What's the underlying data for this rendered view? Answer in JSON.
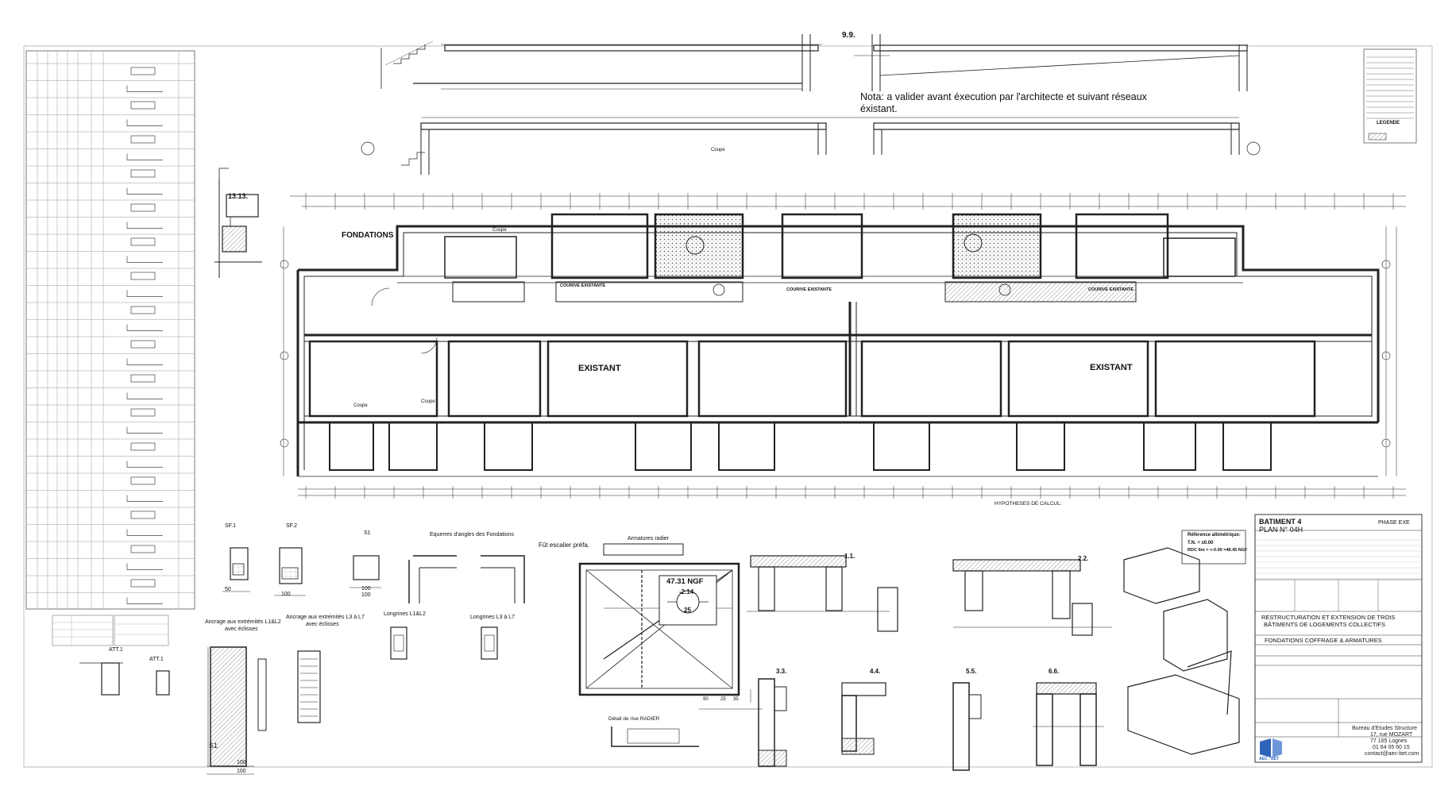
{
  "notes": {
    "nota_line1": "Nota: a valider avant éxecution par l'architecte et suivant réseaux",
    "nota_line2": "éxistant.",
    "hypotheses_title": "HYPOTHESES DE CALCUL:"
  },
  "plan_labels": {
    "fondations": "FONDATIONS",
    "existant_left": "EXISTANT",
    "existant_right": "EXISTANT",
    "courive_existante": "COURIVE EXISTANTE",
    "coupe": "Coupe"
  },
  "section_markers": {
    "s_9_9": "9.9.",
    "s_13_13": "13.13.",
    "s_1_1": "1.1.",
    "s_2_2": "2.2.",
    "s_3_3": "3.3.",
    "s_4_4": "4.4.",
    "s_5_5": "5.5.",
    "s_6_6": "6.6.",
    "sf1": "SF.1",
    "sf2": "SF.2",
    "s1_top": "S1",
    "s1_bottom": "S1",
    "att1_left": "ATT.1",
    "att1_right": "ATT.1"
  },
  "details": {
    "equerres": "Equerres d'angles des Fondations",
    "fut_escalier": "Fût escalier préfa.",
    "armatures_radier": "Armatures radier",
    "ancrage_l1l2": "Ancrage aux extrémités L1&L2",
    "ancrage_l1l2_sub": "avec éclisses",
    "ancrage_l3l7": "Ancrage aux extrémités L3 à L7",
    "ancrage_l3l7_sub": "avec éclisses",
    "longrines_l1l2": "Longrines L1&L2",
    "longrines_l3l7": "Longrines L3 à L7",
    "detail_rive": "Détail de rive RADIER",
    "ngf_value": "47.31 NGF",
    "level_value": "-2.14",
    "level_number": "25",
    "dim_100": "100",
    "dim_50": "50",
    "dim_90": "90",
    "dim_25": "25",
    "dim_35": "35"
  },
  "legend": {
    "title_legende": "LEGENDE"
  },
  "title_block": {
    "building": "BATIMENT 4",
    "plan_number": "PLAN N° 04H",
    "phase": "PHASE EXE",
    "ref_title": "Référence altimétrique:",
    "ref_tn": "T.N. = ±0.00",
    "ref_rdc": "RDC fini = +-0.00 =48.45 NGF",
    "project_line1": "RESTRUCTURATION ET EXTENSION DE TROIS",
    "project_line2": "BÂTIMENTS DE LOGEMENTS COLLECTIFS",
    "drawing_title": "FONDATIONS COFFRAGE & ARMATURES",
    "firm_name": "Bureau d'Etudes Structure",
    "firm_address": "17, rue MOZART",
    "firm_city": "77 165 Lognes",
    "firm_phone": "01 64 05 60 15",
    "firm_email": "contact@aec-bet.com",
    "firm_logo_text": "AEC - BET"
  }
}
